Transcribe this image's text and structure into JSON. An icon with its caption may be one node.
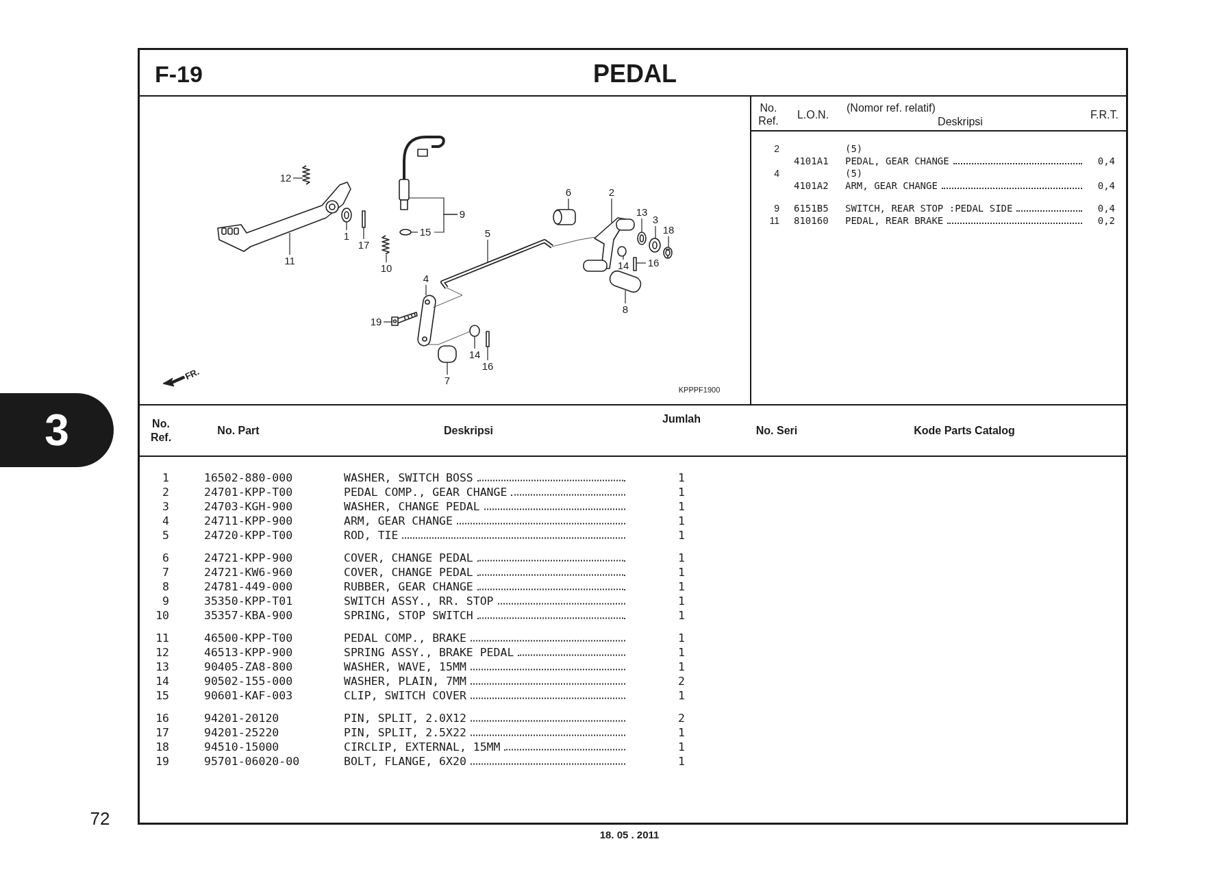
{
  "diagram": {
    "title": "PEDAL",
    "nodes": [
      {
        "text": [
          "12"
        ]
      },
      {
        "text": [
          "9"
        ]
      },
      {
        "text": [
          "6"
        ]
      },
      {
        "text": [
          "2"
        ]
      },
      {
        "text": [
          "13"
        ]
      },
      {
        "text": [
          "3"
        ]
      },
      {
        "text": [
          "18"
        ]
      },
      {
        "text": [
          "1"
        ]
      },
      {
        "text": [
          "15"
        ]
      },
      {
        "text": [
          "17"
        ]
      },
      {
        "text": [
          "5"
        ]
      },
      {
        "text": [
          "11"
        ]
      },
      {
        "text": [
          "14"
        ]
      },
      {
        "text": [
          "16"
        ]
      },
      {
        "text": [
          "10"
        ]
      },
      {
        "text": [
          "4"
        ]
      },
      {
        "text": [
          "8"
        ]
      },
      {
        "text": [
          "19"
        ]
      },
      {
        "text": [
          "14"
        ]
      },
      {
        "text": [
          "16"
        ]
      },
      {
        "text": [
          "7"
        ]
      },
      {
        "text": [],
        "shape": "picture"
      },
      {
        "text": [],
        "shape": "picture"
      },
      {
        "text": [],
        "shape": "picture"
      },
      {
        "text": [],
        "shape": "picture"
      },
      {
        "text": [],
        "shape": "picture"
      },
      {
        "text": [],
        "shape": "picture"
      },
      {
        "text": [],
        "shape": "picture"
      },
      {
        "text": [],
        "shape": "picture"
      },
      {
        "text": [],
        "shape": "picture"
      },
      {
        "text": [],
        "shape": "picture"
      },
      {
        "text": [],
        "shape": "picture"
      },
      {
        "text": [],
        "shape": "picture"
      },
      {
        "text": [],
        "shape": "picture"
      },
      {
        "text": [],
        "shape": "picture"
      },
      {
        "text": [],
        "shape": "picture"
      },
      {
        "text": [],
        "shape": "picture"
      },
      {
        "text": [],
        "shape": "picture"
      },
      {
        "text": [],
        "shape": "picture"
      },
      {
        "text": [],
        "shape": "picture"
      },
      {
        "text": [],
        "shape": "picture"
      },
      {
        "text": [],
        "shape": "picture"
      }
    ],
    "edges": [
      {
        "from": 0,
        "to": 21,
        "arrow": "none"
      },
      {
        "from": 1,
        "to": 22,
        "arrow": "none"
      },
      {
        "from": 1,
        "to": 8,
        "arrow": "none"
      },
      {
        "from": 2,
        "to": 23,
        "arrow": "none"
      },
      {
        "from": 3,
        "to": 24,
        "arrow": "none"
      },
      {
        "from": 4,
        "to": 25,
        "arrow": "none"
      },
      {
        "from": 5,
        "to": 26,
        "arrow": "none"
      },
      {
        "from": 6,
        "to": 27,
        "arrow": "none"
      },
      {
        "from": 7,
        "to": 28,
        "arrow": "none"
      },
      {
        "from": 8,
        "to": 29,
        "arrow": "none"
      },
      {
        "from": 9,
        "to": 30,
        "arrow": "none"
      },
      {
        "from": 10,
        "to": 31,
        "arrow": "none"
      },
      {
        "from": 11,
        "to": 32,
        "arrow": "none"
      },
      {
        "from": 12,
        "to": 33,
        "arrow": "none"
      },
      {
        "from": 13,
        "to": 34,
        "arrow": "none"
      },
      {
        "from": 14,
        "to": 35,
        "arrow": "none"
      },
      {
        "from": 15,
        "to": 36,
        "arrow": "none"
      },
      {
        "from": 16,
        "to": 37,
        "arrow": "none"
      },
      {
        "from": 17,
        "to": 38,
        "arrow": "none"
      },
      {
        "from": 18,
        "to": 39,
        "arrow": "none"
      },
      {
        "from": 19,
        "to": 40,
        "arrow": "none"
      },
      {
        "from": 20,
        "to": 41,
        "arrow": "none"
      },
      {
        "from": 31,
        "to": 24,
        "arrow": "none"
      },
      {
        "from": 31,
        "to": 36,
        "arrow": "none"
      },
      {
        "from": 36,
        "to": 39,
        "arrow": "none"
      }
    ],
    "labels": [
      "F-19",
      "No. Ref.",
      "L.O.N.",
      "(Nomor ref. relatif)",
      "Deskripsi",
      "F.R.T.",
      "2",
      "(5)",
      "4101A1",
      "PEDAL, GEAR CHANGE",
      "0,4",
      "4",
      "(5)",
      "4101A2",
      "ARM, GEAR CHANGE",
      "0,4",
      "9",
      "6151B5",
      "SWITCH, REAR STOP :PEDAL SIDE",
      "0,4",
      "11",
      "810160",
      "PEDAL, REAR BRAKE",
      "0,2",
      "FR.",
      "KPPPF1900",
      "3",
      "No. Ref.",
      "No. Part",
      "Deskripsi",
      "Jumlah",
      "No. Seri",
      "Kode Parts Catalog",
      "1",
      "16502-880-000",
      "WASHER, SWITCH BOSS",
      "1",
      "2",
      "24701-KPP-T00",
      "PEDAL COMP., GEAR CHANGE",
      "1",
      "3",
      "24703-KGH-900",
      "WASHER, CHANGE PEDAL",
      "1",
      "4",
      "24711-KPP-900",
      "ARM, GEAR CHANGE",
      "1",
      "5",
      "24720-KPP-T00",
      "ROD, TIE",
      "1",
      "6",
      "24721-KPP-900",
      "COVER, CHANGE PEDAL",
      "1",
      "7",
      "24721-KW6-960",
      "COVER, CHANGE PEDAL",
      "1",
      "8",
      "24781-449-000",
      "RUBBER, GEAR CHANGE",
      "1",
      "9",
      "35350-KPP-T01",
      "SWITCH ASSY., RR. STOP",
      "1",
      "10",
      "35357-KBA-900",
      "SPRING, STOP SWITCH",
      "1",
      "11",
      "46500-KPP-T00",
      "PEDAL COMP., BRAKE",
      "1",
      "12",
      "46513-KPP-900",
      "SPRING ASSY., BRAKE PEDAL",
      "1",
      "13",
      "90405-ZA8-800",
      "WASHER, WAVE, 15MM",
      "1",
      "14",
      "90502-155-000",
      "WASHER, PLAIN, 7MM",
      "2",
      "15",
      "90601-KAF-003",
      "CLIP, SWITCH COVER",
      "1",
      "16",
      "94201-20120",
      "PIN, SPLIT, 2.0X12",
      "2",
      "17",
      "94201-25220",
      "PIN, SPLIT, 2.5X22",
      "1",
      "18",
      "94510-15000",
      "CIRCLIP, EXTERNAL, 15MM",
      "1",
      "19",
      "95701-06020-00",
      "BOLT, FLANGE, 6X20",
      "1",
      "72",
      "18. 05 . 2011"
    ]
  }
}
